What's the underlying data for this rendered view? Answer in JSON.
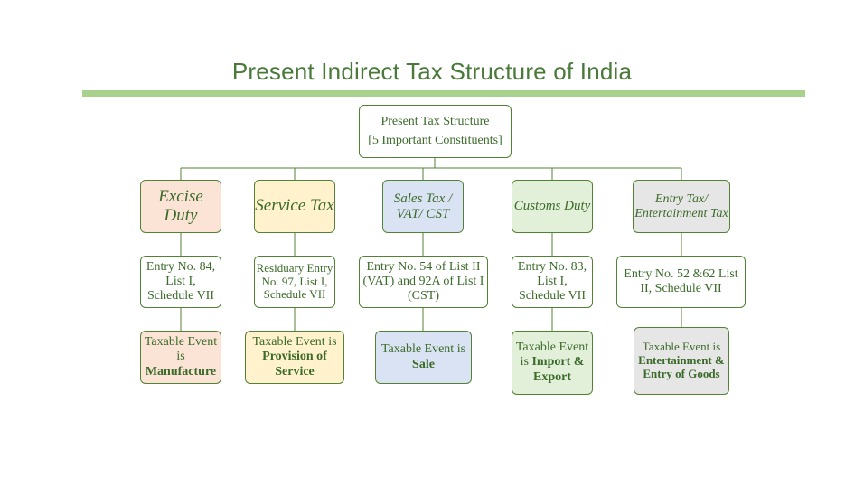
{
  "title": "Present Indirect Tax Structure of India",
  "root": {
    "line1": "Present Tax Structure",
    "line2": "[5 Important Constituents]"
  },
  "constituents": [
    {
      "head": "Excise Duty",
      "entry": "Entry No. 84, List I, Schedule VII",
      "event_prefix": "Taxable Event is",
      "event_bold": "Manufacture"
    },
    {
      "head": "Service Tax",
      "entry": "Residuary Entry No. 97, List I, Schedule VII",
      "event_prefix": "Taxable Event is",
      "event_bold": "Provision of Service"
    },
    {
      "head": "Sales Tax / VAT/ CST",
      "entry": "Entry No. 54 of List II (VAT) and 92A of List I (CST)",
      "event_prefix": "Taxable Event is",
      "event_bold": "Sale"
    },
    {
      "head": "Customs Duty",
      "entry": "Entry No. 83, List I, Schedule VII",
      "event_prefix": "Taxable Event is",
      "event_bold": "Import & Export"
    },
    {
      "head": "Entry Tax/ Entertainment Tax",
      "entry": "Entry No. 52 &62 List II, Schedule VII",
      "event_prefix": "Taxable Event is",
      "event_bold": "Entertainment & Entry of Goods"
    }
  ],
  "colors": {
    "title": "#4a7a3a",
    "title_bar": "#a9d18e",
    "border": "#548235",
    "excise": "#fbe4d5",
    "service": "#fff2cc",
    "sales": "#dae3f3",
    "customs": "#e2efd9",
    "entry": "#e7e6e6"
  }
}
